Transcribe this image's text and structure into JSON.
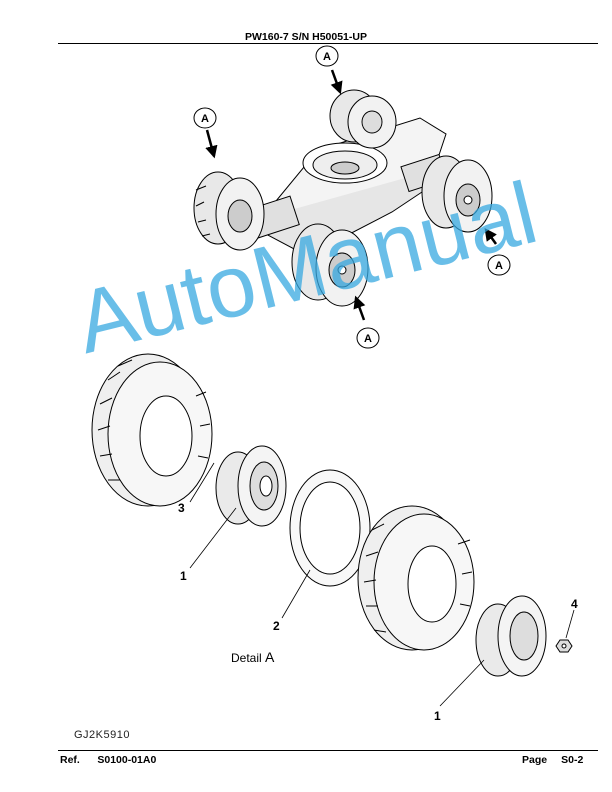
{
  "header": {
    "title": "PW160-7 S/N H50051-UP"
  },
  "callouts": {
    "view_letter": "A"
  },
  "parts": {
    "rim": "1",
    "spacer": "2",
    "tire": "3",
    "nut": "4"
  },
  "detail_label": {
    "text": "Detail",
    "letter": "A"
  },
  "figure_id": "GJ2K5910",
  "watermark": "AutoManual",
  "footer": {
    "ref_label": "Ref.",
    "ref_code": "S0100-01A0",
    "page_label": "Page",
    "page_number": "S0-2"
  }
}
